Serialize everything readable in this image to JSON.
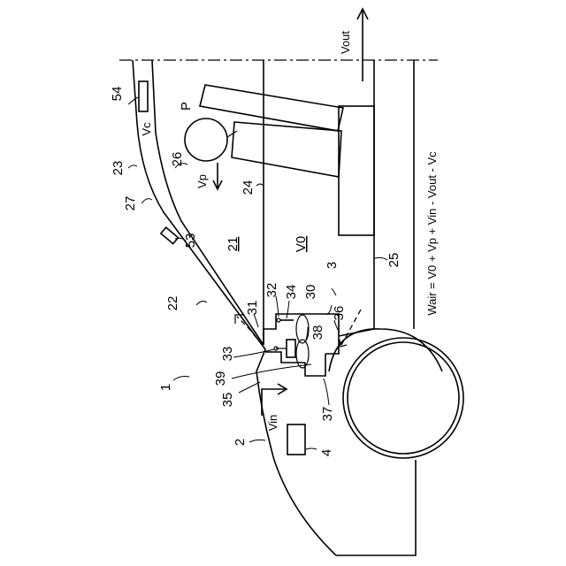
{
  "labels": {
    "n1": "1",
    "n2": "2",
    "n3": "3",
    "n4": "4",
    "n21": "21",
    "n22": "22",
    "n23": "23",
    "n24": "24",
    "n25": "25",
    "n26": "26",
    "n27": "27",
    "n30": "30",
    "n31": "31",
    "n32": "32",
    "n33": "33",
    "n34": "34",
    "n35": "35",
    "n36": "36",
    "n37": "37",
    "n38": "38",
    "n39": "39",
    "n53": "53",
    "n54": "54",
    "P": "P"
  },
  "velocities": {
    "vout": "Vout",
    "vp": "Vp",
    "vc": "Vc",
    "vin": "Vin",
    "v0": "V0"
  },
  "equation": "Wair = V0 + Vp + Vin - Vout - Vc"
}
